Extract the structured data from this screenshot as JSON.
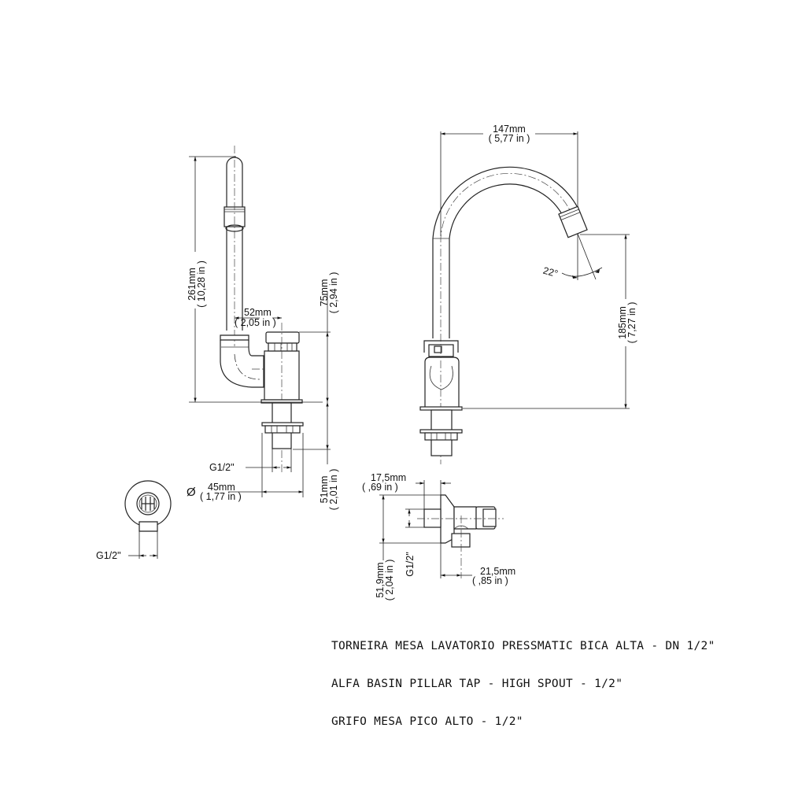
{
  "drawing": {
    "side_view": {
      "height_total": {
        "mm": "261mm",
        "in": "( 10,28 in )"
      },
      "spout_offset": {
        "mm": "52mm",
        "in": "( 2,05 in )"
      },
      "body_height": {
        "mm": "75mm",
        "in": "( 2,94 in )"
      },
      "shank_length": {
        "mm": "51mm",
        "in": "( 2,01 in )"
      },
      "thread": "G1/2\"",
      "base_diameter": {
        "symbol": "Ø",
        "mm": "45mm",
        "in": "( 1,77 in )"
      }
    },
    "front_view": {
      "spout_reach": {
        "mm": "147mm",
        "in": "( 5,77 in )"
      },
      "outlet_angle": "22°",
      "outlet_height": {
        "mm": "185mm",
        "in": "( 7,27 in )"
      }
    },
    "top_view": {
      "thread": "G1/2\""
    },
    "detail_view": {
      "button_offset": {
        "mm": "17,5mm",
        "in": "( ,69 in )"
      },
      "body_height": {
        "mm": "51,9mm",
        "in": "( 2,04 in )"
      },
      "thread": "G1/2\"",
      "outlet_offset": {
        "mm": "21,5mm",
        "in": "( ,85 in )"
      }
    }
  },
  "title_block": {
    "lines": [
      "TORNEIRA MESA LAVATORIO PRESSMATIC BICA ALTA - DN 1/2\"",
      "ALFA BASIN PILLAR TAP - HIGH SPOUT - 1/2\"",
      "GRIFO MESA PICO ALTO - 1/2\""
    ]
  },
  "colors": {
    "line": "#222222",
    "background": "#ffffff"
  }
}
